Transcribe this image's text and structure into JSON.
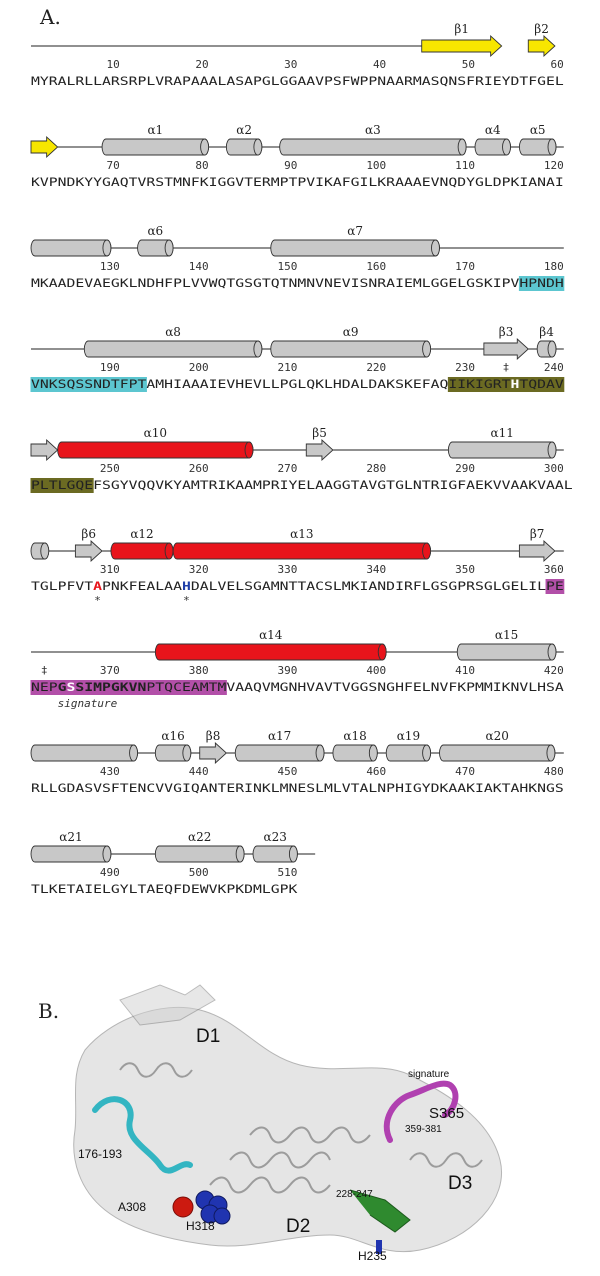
{
  "panel_a": {
    "label": "A.",
    "rows": [
      {
        "ruler": [
          {
            "n": "10",
            "p": 10
          },
          {
            "n": "20",
            "p": 20
          },
          {
            "n": "30",
            "p": 30
          },
          {
            "n": "40",
            "p": 40
          },
          {
            "n": "50",
            "p": 50
          },
          {
            "n": "60",
            "p": 60
          }
        ],
        "sequence": "MYRALRLLARSRPLVRAPAAALASAPGLGGAAVPSFWPPNAARMASQNSFRIEYDTFGEL",
        "elements": [
          {
            "t": "line",
            "a": 0,
            "b": 44
          },
          {
            "t": "strand",
            "a": 44,
            "b": 53,
            "color": "yellow",
            "label": "β1"
          },
          {
            "t": "strand",
            "a": 56,
            "b": 59,
            "color": "yellow",
            "label": "β2"
          }
        ]
      },
      {
        "ruler": [
          {
            "n": "70",
            "p": 10
          },
          {
            "n": "80",
            "p": 20
          },
          {
            "n": "90",
            "p": 30
          },
          {
            "n": "100",
            "p": 40
          },
          {
            "n": "110",
            "p": 50
          },
          {
            "n": "120",
            "p": 60
          }
        ],
        "sequence": "KVPNDKYYGAQTVRSTMNFKIGGVTERMPTPVIKAFGILKRAAAEVNQDYGLDPKIANAI",
        "elements": [
          {
            "t": "strand",
            "a": 0,
            "b": 3,
            "color": "yellow",
            "label": ""
          },
          {
            "t": "line",
            "a": 3,
            "b": 60
          },
          {
            "t": "helix",
            "a": 8,
            "b": 20,
            "color": "gray",
            "label": "α1"
          },
          {
            "t": "helix",
            "a": 22,
            "b": 26,
            "color": "gray",
            "label": "α2"
          },
          {
            "t": "helix",
            "a": 28,
            "b": 49,
            "color": "gray",
            "label": "α3"
          },
          {
            "t": "helix",
            "a": 50,
            "b": 54,
            "color": "gray",
            "label": "α4"
          },
          {
            "t": "helix",
            "a": 55,
            "b": 61,
            "color": "gray",
            "label": "α5"
          }
        ]
      },
      {
        "ruler": [
          {
            "n": "130",
            "p": 10
          },
          {
            "n": "140",
            "p": 20
          },
          {
            "n": "150",
            "p": 30
          },
          {
            "n": "160",
            "p": 40
          },
          {
            "n": "170",
            "p": 50
          },
          {
            "n": "180",
            "p": 60
          }
        ],
        "sequence": "MKAADEVAEGKLNDHFPLVVWQTGSGTQTNMNVNEVISNRAIEMLGGELGSKIPVHPNDH",
        "highlights": [
          {
            "a": 55,
            "b": 60,
            "color": "cyan"
          }
        ],
        "elements": [
          {
            "t": "line",
            "a": 0,
            "b": 60
          },
          {
            "t": "helix",
            "a": 0,
            "b": 9,
            "color": "gray",
            "label": ""
          },
          {
            "t": "helix",
            "a": 12,
            "b": 16,
            "color": "gray",
            "label": "α6"
          },
          {
            "t": "helix",
            "a": 27,
            "b": 46,
            "color": "gray",
            "label": "α7"
          }
        ]
      },
      {
        "ruler": [
          {
            "n": "190",
            "p": 10
          },
          {
            "n": "200",
            "p": 20
          },
          {
            "n": "210",
            "p": 30
          },
          {
            "n": "220",
            "p": 40
          },
          {
            "n": "230",
            "p": 50
          },
          {
            "n": "240",
            "p": 60
          }
        ],
        "sequence": "VNKSQSSNDTFPTAMHIAAAIEVHEVLLPGLQKLHDALDAKSKEFAQIIKIGRTHTQDAV",
        "highlights": [
          {
            "a": 0,
            "b": 13,
            "color": "cyan"
          },
          {
            "a": 47,
            "b": 60,
            "color": "olive"
          }
        ],
        "white_letters": [
          54
        ],
        "marks": [
          {
            "text": "‡",
            "p": 53,
            "where": "ruler"
          }
        ],
        "elements": [
          {
            "t": "line",
            "a": 0,
            "b": 60
          },
          {
            "t": "helix",
            "a": 6,
            "b": 26,
            "color": "gray",
            "label": "α8"
          },
          {
            "t": "helix",
            "a": 27,
            "b": 45,
            "color": "gray",
            "label": "α9"
          },
          {
            "t": "strand",
            "a": 51,
            "b": 56,
            "color": "gray",
            "label": "β3"
          },
          {
            "t": "helix",
            "a": 57,
            "b": 61,
            "color": "gray",
            "label": "β4"
          }
        ]
      },
      {
        "ruler": [
          {
            "n": "250",
            "p": 10
          },
          {
            "n": "260",
            "p": 20
          },
          {
            "n": "270",
            "p": 30
          },
          {
            "n": "280",
            "p": 40
          },
          {
            "n": "290",
            "p": 50
          },
          {
            "n": "300",
            "p": 60
          }
        ],
        "sequence": "PLTLGQEFSGYVQQVKYAMTRIKAAMPRIYELAAGGTAVGTGLNTRIGFAEKVVAAKVAAL",
        "highlights": [
          {
            "a": 0,
            "b": 7,
            "color": "olive"
          }
        ],
        "elements": [
          {
            "t": "line",
            "a": 0,
            "b": 60
          },
          {
            "t": "strand",
            "a": 0,
            "b": 3,
            "color": "gray",
            "label": ""
          },
          {
            "t": "helix",
            "a": 3,
            "b": 25,
            "color": "red",
            "label": "α10"
          },
          {
            "t": "strand",
            "a": 31,
            "b": 34,
            "color": "gray",
            "label": "β5"
          },
          {
            "t": "helix",
            "a": 47,
            "b": 61,
            "color": "gray",
            "label": "α11"
          }
        ]
      },
      {
        "ruler": [
          {
            "n": "310",
            "p": 10
          },
          {
            "n": "320",
            "p": 20
          },
          {
            "n": "330",
            "p": 30
          },
          {
            "n": "340",
            "p": 40
          },
          {
            "n": "350",
            "p": 50
          },
          {
            "n": "360",
            "p": 60
          }
        ],
        "sequence": "TGLPFVTAPNKFEALAAHDALVELSGAMNTTACSLMKIANDIRFLGSGPRSGLGELILPE",
        "highlights": [
          {
            "a": 58,
            "b": 60,
            "color": "magenta"
          }
        ],
        "red_letters": [
          7
        ],
        "blue_letters": [
          17
        ],
        "marks": [
          {
            "text": "*",
            "p": 7,
            "where": "below"
          },
          {
            "text": "*",
            "p": 17,
            "where": "below"
          }
        ],
        "elements": [
          {
            "t": "line",
            "a": 0,
            "b": 60
          },
          {
            "t": "helix",
            "a": 0,
            "b": 2,
            "color": "gray",
            "label": ""
          },
          {
            "t": "strand",
            "a": 5,
            "b": 8,
            "color": "gray",
            "label": "β6"
          },
          {
            "t": "helix",
            "a": 9,
            "b": 16,
            "color": "red",
            "label": "α12"
          },
          {
            "t": "helix",
            "a": 16,
            "b": 45,
            "color": "red",
            "label": "α13"
          },
          {
            "t": "strand",
            "a": 55,
            "b": 59,
            "color": "gray",
            "label": "β7"
          }
        ]
      },
      {
        "ruler": [
          {
            "n": "370",
            "p": 10
          },
          {
            "n": "380",
            "p": 20
          },
          {
            "n": "390",
            "p": 30
          },
          {
            "n": "400",
            "p": 40
          },
          {
            "n": "410",
            "p": 50
          },
          {
            "n": "420",
            "p": 60
          }
        ],
        "sequence": "NEPGSSIMPGKVNPTQCEAMTMVAAQVMGNHVAVTVGGSNGHFELNVFKPMMIKNVLHSA",
        "highlights": [
          {
            "a": 0,
            "b": 22,
            "color": "magenta"
          }
        ],
        "white_letters": [
          4
        ],
        "bold_range": [
          3,
          13
        ],
        "marks": [
          {
            "text": "‡",
            "p": 1,
            "where": "ruler"
          }
        ],
        "signature_word": "signature",
        "elements": [
          {
            "t": "line",
            "a": 0,
            "b": 60
          },
          {
            "t": "helix",
            "a": 14,
            "b": 40,
            "color": "red",
            "label": "α14"
          },
          {
            "t": "helix",
            "a": 48,
            "b": 61,
            "color": "gray",
            "label": "α15"
          }
        ]
      },
      {
        "ruler": [
          {
            "n": "430",
            "p": 10
          },
          {
            "n": "440",
            "p": 20
          },
          {
            "n": "450",
            "p": 30
          },
          {
            "n": "460",
            "p": 40
          },
          {
            "n": "470",
            "p": 50
          },
          {
            "n": "480",
            "p": 60
          }
        ],
        "sequence": "RLLGDASVSFTENCVVGIQANTERINKLMNESLMLVTALNPHIGYDKAAKIAKTAHKNGS",
        "elements": [
          {
            "t": "line",
            "a": 0,
            "b": 60
          },
          {
            "t": "helix",
            "a": 0,
            "b": 12,
            "color": "gray",
            "label": ""
          },
          {
            "t": "helix",
            "a": 14,
            "b": 18,
            "color": "gray",
            "label": "α16"
          },
          {
            "t": "strand",
            "a": 19,
            "b": 22,
            "color": "gray",
            "label": "β8"
          },
          {
            "t": "helix",
            "a": 23,
            "b": 33,
            "color": "gray",
            "label": "α17"
          },
          {
            "t": "helix",
            "a": 34,
            "b": 39,
            "color": "gray",
            "label": "α18"
          },
          {
            "t": "helix",
            "a": 40,
            "b": 45,
            "color": "gray",
            "label": "α19"
          },
          {
            "t": "helix",
            "a": 46,
            "b": 59,
            "color": "gray",
            "label": "α20"
          }
        ]
      },
      {
        "ruler": [
          {
            "n": "490",
            "p": 10
          },
          {
            "n": "500",
            "p": 20
          },
          {
            "n": "510",
            "p": 30
          }
        ],
        "sequence": "TLKETAIELGYLTAEQFDEWVKPKDMLGPK",
        "elements": [
          {
            "t": "line",
            "a": 0,
            "b": 32
          },
          {
            "t": "helix",
            "a": 0,
            "b": 9,
            "color": "gray",
            "label": "α21"
          },
          {
            "t": "helix",
            "a": 14,
            "b": 24,
            "color": "gray",
            "label": "α22"
          },
          {
            "t": "helix",
            "a": 25,
            "b": 30,
            "color": "gray",
            "label": "α23"
          }
        ]
      }
    ]
  },
  "panel_b": {
    "label": "B.",
    "domains": [
      "D1",
      "D2",
      "D3"
    ],
    "annotations": {
      "signature": "signature",
      "s365": "S365",
      "range_359": "359-381",
      "range_176": "176-193",
      "a308": "A308",
      "h318": "H318",
      "range_228": "228-247",
      "h235": "H235"
    }
  },
  "colors": {
    "yellow": "#f7e600",
    "gray": "#c8c8c8",
    "red": "#e8141b",
    "cyan": "#5cc6d0",
    "olive": "#6b6a22",
    "magenta": "#b24fa8",
    "residue_red": "#e8141b",
    "residue_blue": "#1f3fa8",
    "cartoon_cyan": "#33b5c2",
    "cartoon_green": "#2f8a2f",
    "cartoon_magenta": "#b040b0",
    "cartoon_blue": "#2034b0",
    "cartoon_red": "#cc1a10"
  }
}
